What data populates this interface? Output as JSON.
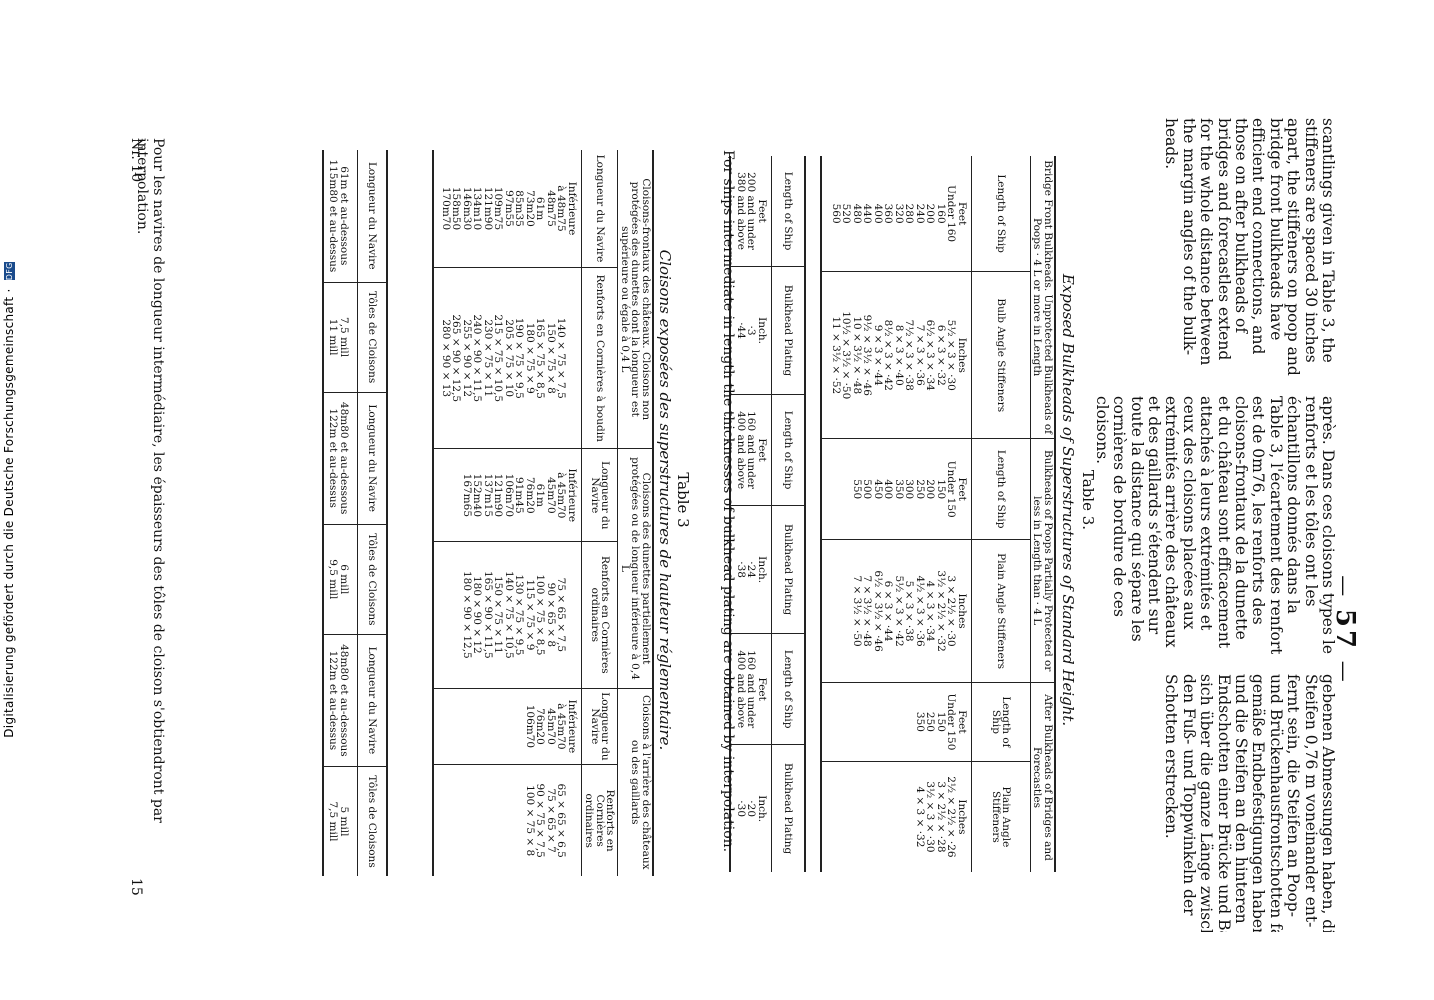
{
  "header": {
    "page_number": "57"
  },
  "columns": {
    "english": [
      "scantlings given in Table 3, the",
      "stiffeners are spaced 30 inches",
      "apart, the stiffeners on poop and",
      "bridge front bulkheads have",
      "efficient end connections, and",
      "those on after bulkheads of",
      "bridges and forecastles extend",
      "for the whole distance between",
      "the margin angles of the bulk-",
      "heads."
    ],
    "french": [
      "après. Dans ces cloisons types les",
      "renforts et les tôles ont les",
      "échantillons donnés dans la",
      "Table 3, l'écartement des renforts",
      "est de 0m76, les renforts des",
      "cloisons-frontaux de la dunette",
      "et du château sont efficacement",
      "attachés à leurs extrémités et",
      "ceux des cloisons placées aux",
      "extrémités arrière des châteaux",
      "et des gaillards s'étendent sur",
      "toute la distance qui sépare les",
      "cornières de bordure de ces",
      "cloisons."
    ],
    "german": [
      "gebenen Abmessungen haben, die",
      "Steifen 0,76 m voneinander ent-",
      "fernt sein, die Steifen an Poop-",
      "und Brückenhausfrontschotten fach-",
      "gemäße Endbefestigungen haben",
      "und die Steifen an den hinteren",
      "Endschotten einer Brücke und Back",
      "sich über die ganze Länge zwischen",
      "den Fuß- und Toppwinkeln der",
      "Schotten erstrecken."
    ]
  },
  "table_en": {
    "caption": "Table 3.",
    "subtitle": "Exposed Bulkheads of Superstructures of Standard Height.",
    "groups": [
      "Bridge Front Bulkheads. Unprotected Bulkheads of Poops · 4 L or more in Length",
      "Bulkheads of Poops Partially Protected or less in Length than · 4 L",
      "After Bulkheads of Bridges and Forecastles"
    ],
    "headers": [
      "Length of Ship",
      "Bulb Angle Stiffeners",
      "Length of Ship",
      "Plain Angle Stiffeners",
      "Length of Ship",
      "Plain Angle Stiffeners"
    ],
    "units": [
      "Feet",
      "Inches",
      "Feet",
      "Inches",
      "Feet",
      "Inches"
    ],
    "col1": [
      "Under 160",
      "160",
      "200",
      "240",
      "280",
      "320",
      "360",
      "400",
      "440",
      "480",
      "520",
      "560"
    ],
    "col2": [
      "5½ × 3 × ·30",
      "6 × 3 × ·32",
      "6½ × 3 × ·34",
      "7 × 3 × ·36",
      "7½ × 3 × ·38",
      "8 × 3 × ·40",
      "8½ × 3 × ·42",
      "9 × 3 × ·44",
      "9½ × 3½ × ·46",
      "10 × 3½ × ·48",
      "10½ × 3½ × ·50",
      "11 × 3½ × ·52"
    ],
    "col3": [
      "Under 150",
      "150",
      "200",
      "250",
      "300",
      "350",
      "400",
      "450",
      "500",
      "550"
    ],
    "col4": [
      "3 × 2½ × ·30",
      "3½ × 2½ × ·32",
      "4 × 3 × ·34",
      "4½ × 3 × ·36",
      "5 × 3 × ·38",
      "5½ × 3 × ·42",
      "6 × 3 × ·44",
      "6½ × 3½ × ·46",
      "7 × 3½ × ·48",
      "7 × 3½ × ·50"
    ],
    "col5": [
      "Under 150",
      "150",
      "250",
      "350"
    ],
    "col6": [
      "2½ × 2½ × ·26",
      "3 × 2½ × ·28",
      "3½ × 3 × ·30",
      "4 × 3 × ·32"
    ]
  },
  "table_en2": {
    "headers": [
      "Length of Ship",
      "Bulkhead Plating",
      "Length of Ship",
      "Bulkhead Plating",
      "Length of Ship",
      "Bulkhead Plating"
    ],
    "units": [
      "Feet",
      "Inch.",
      "Feet",
      "Inch.",
      "Feet",
      "Inch."
    ],
    "rows": [
      [
        "200 and under",
        "·3",
        "160 and under",
        "·24",
        "160 and under",
        "·20"
      ],
      [
        "380 and above",
        "·44",
        "400 and above",
        "·38",
        "400 and above",
        "·30"
      ]
    ],
    "note": "For ships intermediate in length the thicknesses of bulkhead plating are obtained by interpolation."
  },
  "table_fr": {
    "caption": "Table 3",
    "subtitle": "Cloisons exposées des superstructures de hauteur réglementaire.",
    "groups": [
      "Cloisons-frontaux des châteaux. Cloisons non protégées des dunettes dont la longueur est supérieure ou égale à 0,4 L",
      "Cloisons des dunettes partiellement protégées ou de longueur inférieure à 0,4 L",
      "Cloisons à l'arrière des châteaux ou des gaillards"
    ],
    "headers": [
      "Longueur du Navire",
      "Renforts en Cornières à boudin",
      "Longueur du Navire",
      "Renforts en Cornières ordinaires",
      "Longueur du Navire",
      "Renforts en Cornières ordinaires"
    ],
    "col1": [
      "Inférieure",
      "à 48m75",
      "48m75",
      "61m",
      "73m20",
      "85m35",
      "97m55",
      "109m75",
      "121m90",
      "134m10",
      "146m30",
      "158m50",
      "170m70"
    ],
    "col2": [
      "",
      "140 × 75 × 7,5",
      "150 × 75 × 8",
      "165 × 75 × 8,5",
      "180 × 75 × 9",
      "190 × 75 × 9,5",
      "205 × 75 × 10",
      "215 × 75 × 10,5",
      "230 × 75 × 11",
      "240 × 90 × 11,5",
      "255 × 90 × 12",
      "265 × 90 × 12,5",
      "280 × 90 × 13"
    ],
    "col3": [
      "Inférieure",
      "à 45m70",
      "45m70",
      "61m",
      "76m20",
      "91m45",
      "106m70",
      "121m90",
      "137m15",
      "152m40",
      "167m65"
    ],
    "col4": [
      "",
      "75 × 65 × 7,5",
      "90 × 65 × 8",
      "100 × 75 × 8,5",
      "115 × 75 × 9",
      "130 × 75 × 9,5",
      "140 × 75 × 10,5",
      "150 × 75 × 11",
      "165 × 90 × 11,5",
      "180 × 90 × 12",
      "180 × 90 × 12,5"
    ],
    "col5": [
      "Inférieure",
      "à 45m70",
      "45m70",
      "76m20",
      "106m70"
    ],
    "col6": [
      "",
      "65 × 65 × 6,5",
      "75 × 65 × 7",
      "90 × 75 × 7,5",
      "100 × 75 × 8"
    ]
  },
  "table_fr2": {
    "headers": [
      "Longueur du Navire",
      "Tôles de Cloisons",
      "Longueur du Navire",
      "Tôles de Cloisons",
      "Longueur du Navire",
      "Tôles de Cloisons"
    ],
    "rows": [
      [
        "61m et au-dessous",
        "7,5 mill",
        "48m80 et au-dessous",
        "6 mill",
        "48m80 et au-dessous",
        "5 mill"
      ],
      [
        "115m80 et au-dessus",
        "11 mill",
        "122m et au-dessus",
        "9,5 mill",
        "122m et au-dessus",
        "7,5 mill"
      ]
    ],
    "note": "Pour les navires de longueur intermédiaire, les épaisseurs des tôles de cloison s'obtiendront par interpolation."
  },
  "footer": {
    "left": "Nr. 10",
    "right": "15",
    "digitization": "Digitalisierung gefördert durch die Deutsche Forschungsgemeinschaft",
    "dfg": "DFG"
  }
}
